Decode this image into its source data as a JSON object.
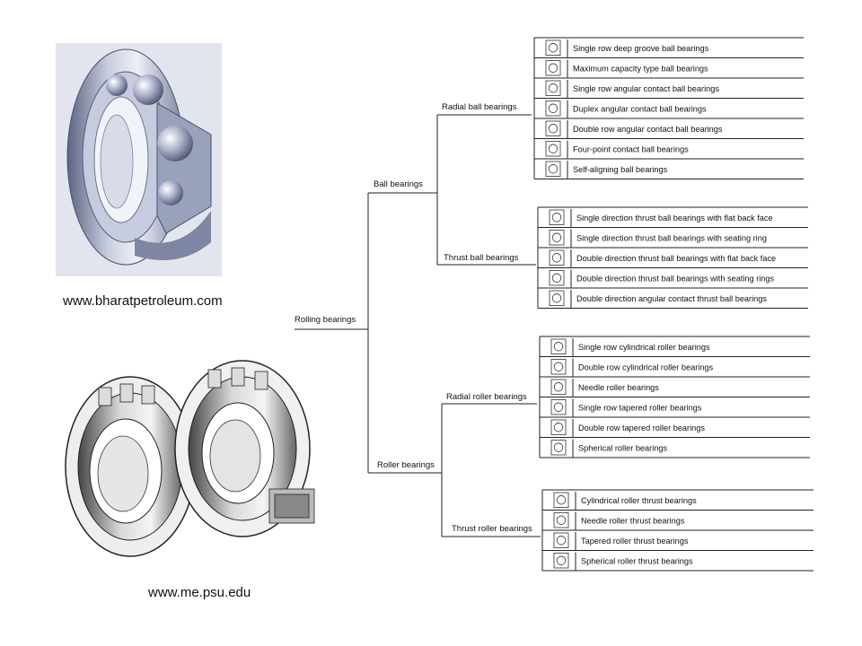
{
  "captions": {
    "top_credit": "www.bharatpetroleum.com",
    "bottom_credit": "www.me.psu.edu"
  },
  "tree": {
    "root": "Rolling bearings",
    "ball": "Ball bearings",
    "roller": "Roller bearings",
    "radial_ball": "Radial ball bearings",
    "thrust_ball": "Thrust ball bearings",
    "radial_roller": "Radial roller bearings",
    "thrust_roller": "Thrust roller bearings",
    "radial_ball_items": [
      "Single row deep groove ball bearings",
      "Maximum capacity type ball bearings",
      "Single row angular contact ball bearings",
      "Duplex angular contact ball bearings",
      "Double row angular contact ball bearings",
      "Four-point contact ball bearings",
      "Self-aligning ball bearings"
    ],
    "thrust_ball_items": [
      "Single direction thrust ball bearings with flat back face",
      "Single direction thrust ball bearings with seating ring",
      "Double direction thrust ball bearings with flat back face",
      "Double direction thrust ball bearings with seating rings",
      "Double direction angular contact thrust ball bearings"
    ],
    "radial_roller_items": [
      "Single row cylindrical roller bearings",
      "Double row cylindrical roller bearings",
      "Needle roller bearings",
      "Single row tapered roller bearings",
      "Double row tapered roller bearings",
      "Spherical roller bearings"
    ],
    "thrust_roller_items": [
      "Cylindrical roller thrust bearings",
      "Needle roller thrust bearings",
      "Tapered roller thrust bearings",
      "Spherical roller thrust bearings"
    ]
  },
  "colors": {
    "photo_steel": "#b9bfd4",
    "photo_shadow": "#6f7694",
    "line": "#222222"
  }
}
